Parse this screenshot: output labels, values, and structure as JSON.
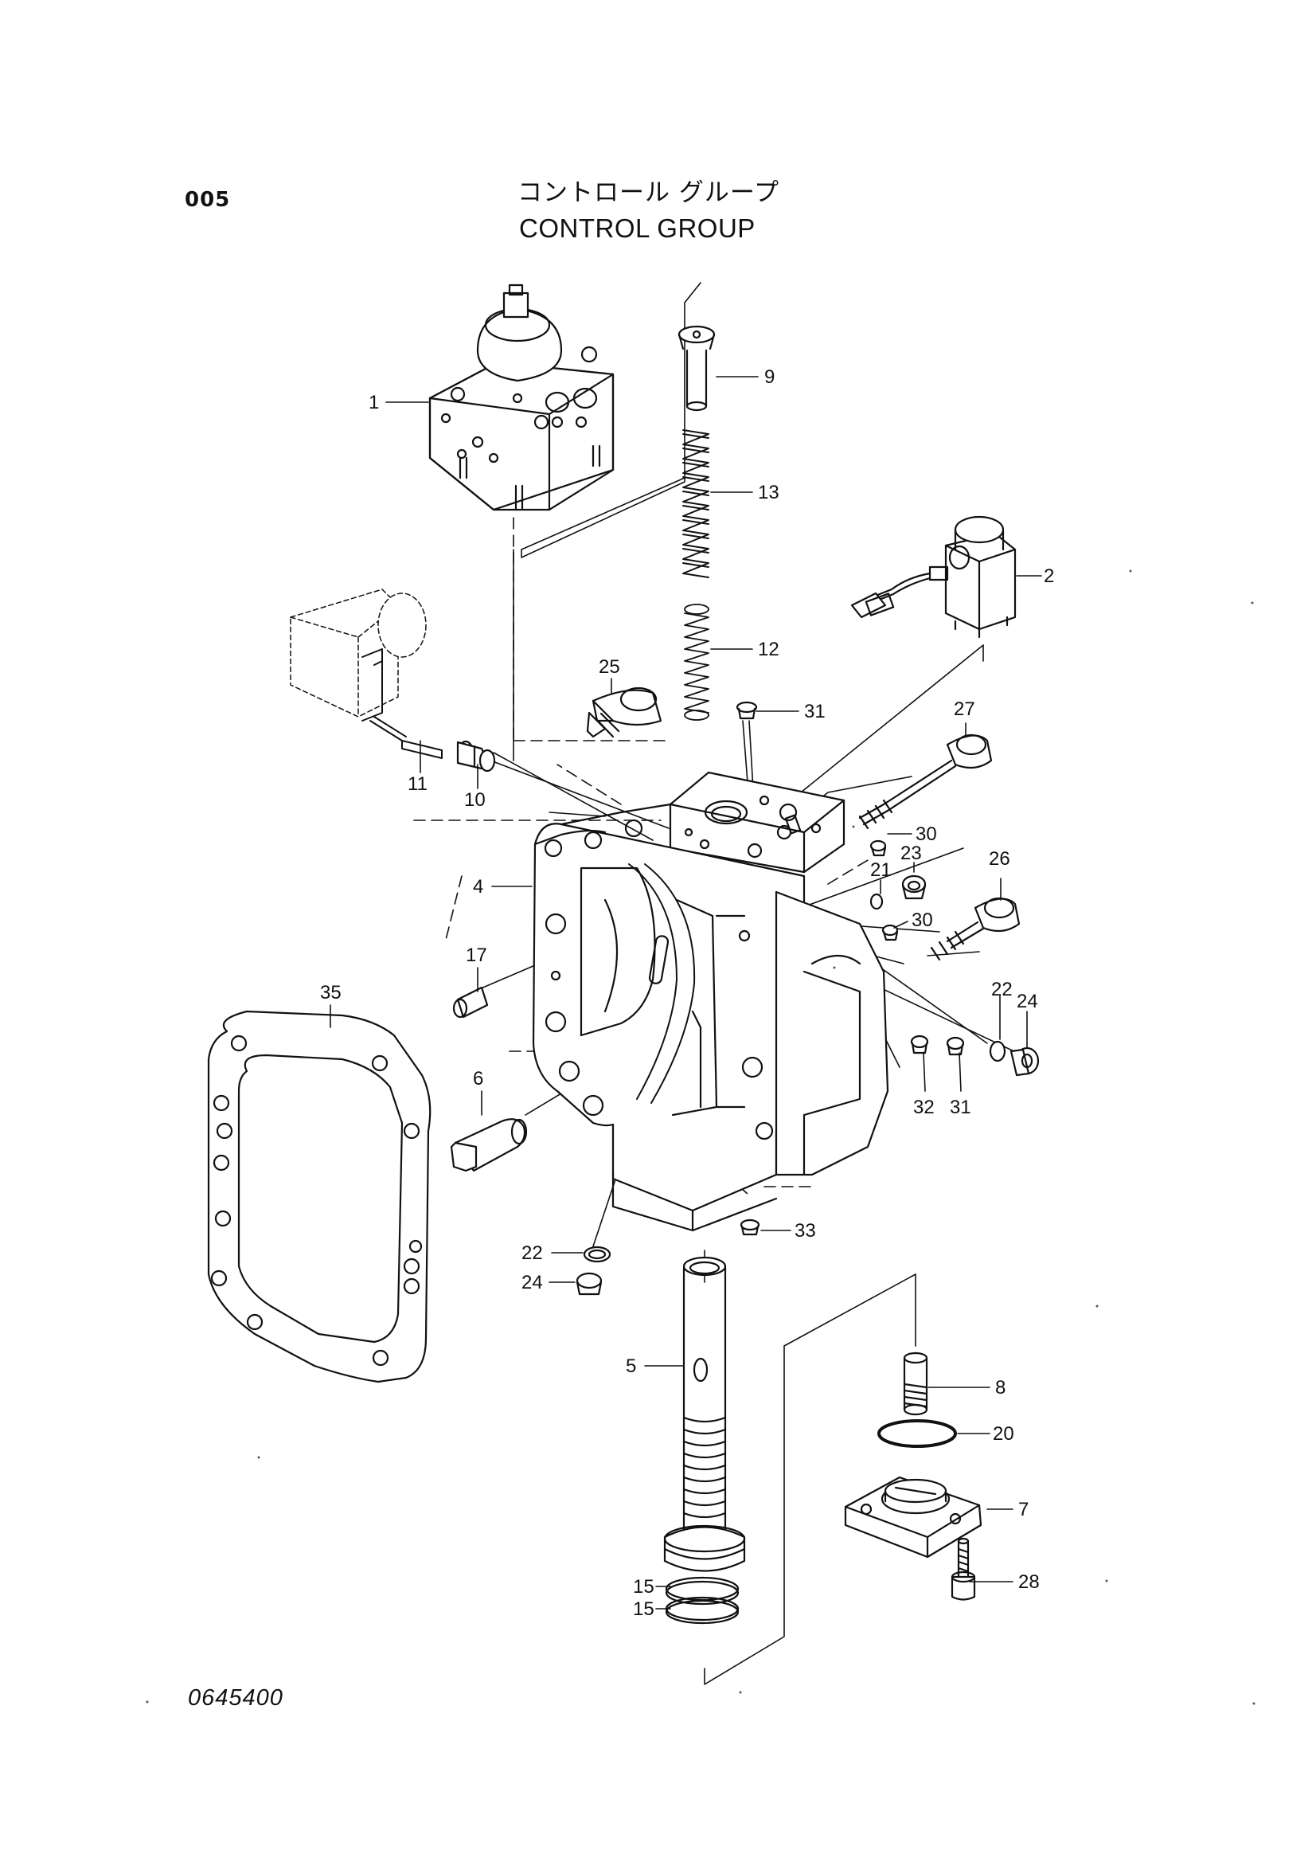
{
  "header": {
    "page_number": "005",
    "title_japanese": "コントロール グループ",
    "title_english": "CONTROL GROUP"
  },
  "footer": {
    "drawing_number": "0645400"
  },
  "callouts": [
    {
      "id": "c1",
      "label": "1"
    },
    {
      "id": "c2",
      "label": "2"
    },
    {
      "id": "c4",
      "label": "4"
    },
    {
      "id": "c5",
      "label": "5"
    },
    {
      "id": "c6",
      "label": "6"
    },
    {
      "id": "c7",
      "label": "7"
    },
    {
      "id": "c8",
      "label": "8"
    },
    {
      "id": "c9",
      "label": "9"
    },
    {
      "id": "c10",
      "label": "10"
    },
    {
      "id": "c11",
      "label": "11"
    },
    {
      "id": "c12",
      "label": "12"
    },
    {
      "id": "c13",
      "label": "13"
    },
    {
      "id": "c15a",
      "label": "15"
    },
    {
      "id": "c15b",
      "label": "15"
    },
    {
      "id": "c17",
      "label": "17"
    },
    {
      "id": "c20",
      "label": "20"
    },
    {
      "id": "c21",
      "label": "21"
    },
    {
      "id": "c22a",
      "label": "22"
    },
    {
      "id": "c22b",
      "label": "22"
    },
    {
      "id": "c23",
      "label": "23"
    },
    {
      "id": "c24a",
      "label": "24"
    },
    {
      "id": "c24b",
      "label": "24"
    },
    {
      "id": "c25",
      "label": "25"
    },
    {
      "id": "c26",
      "label": "26"
    },
    {
      "id": "c27",
      "label": "27"
    },
    {
      "id": "c28",
      "label": "28"
    },
    {
      "id": "c30a",
      "label": "30"
    },
    {
      "id": "c30b",
      "label": "30"
    },
    {
      "id": "c31a",
      "label": "31"
    },
    {
      "id": "c31b",
      "label": "31"
    },
    {
      "id": "c32",
      "label": "32"
    },
    {
      "id": "c33",
      "label": "33"
    },
    {
      "id": "c35",
      "label": "35"
    }
  ],
  "colors": {
    "ink": "#111111",
    "background": "#ffffff"
  }
}
